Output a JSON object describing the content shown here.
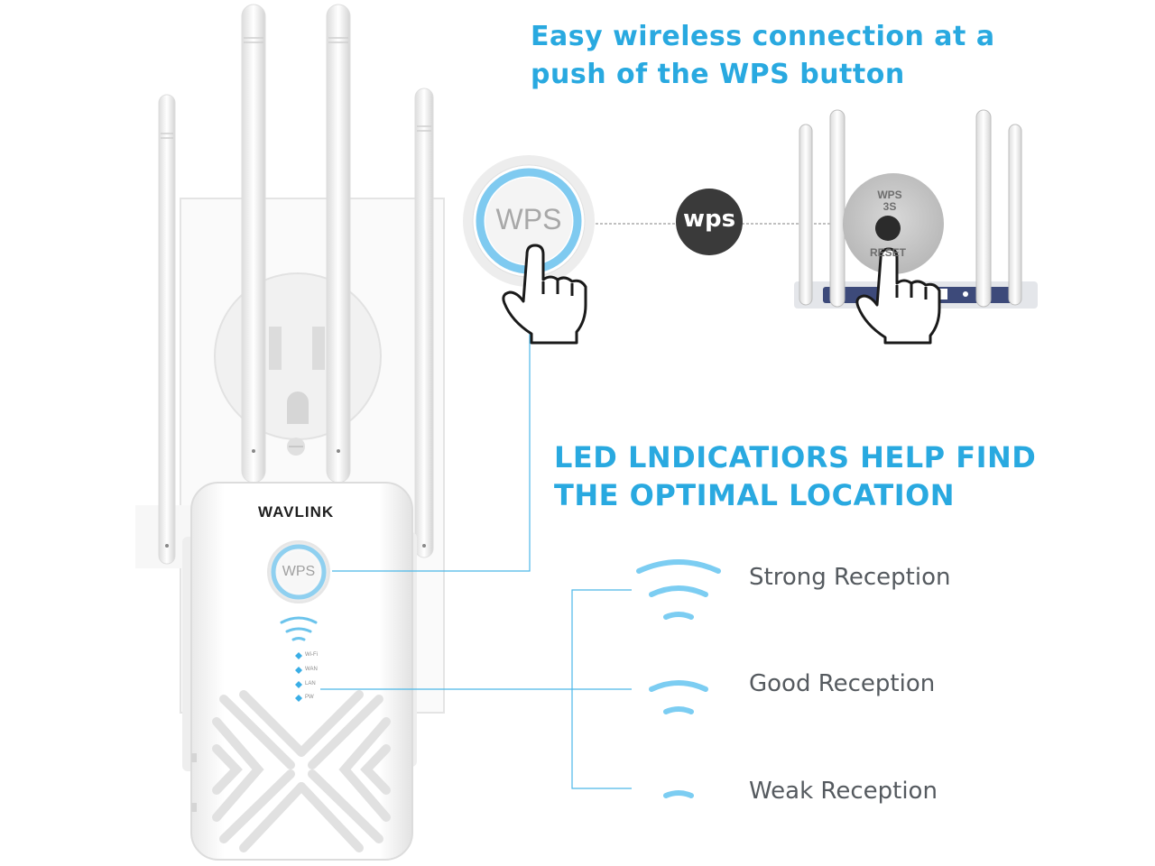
{
  "headline_wps": "Easy wireless connection at a push of the WPS button",
  "headline_led": "LED LNDICATIORS HELP FIND THE OPTIMAL LOCATION",
  "brand_logo": "WAVLINK",
  "extender_button": "WPS",
  "zoom_button": "WPS",
  "wps_badge": "wps",
  "router_labels": {
    "wps": "WPS",
    "seconds": "3S",
    "reset": "RESET"
  },
  "led_labels": [
    "Wi-Fi",
    "WAN",
    "LAN",
    "PW"
  ],
  "reception": {
    "strong": "Strong Reception",
    "good": "Good Reception",
    "weak": "Weak Reception"
  },
  "colors": {
    "accent": "#29a9e0",
    "dark_badge": "#3a3a3a",
    "text_gray": "#555a5f"
  },
  "icons": [
    "hand-pointer-icon",
    "wifi-signal-icon"
  ]
}
